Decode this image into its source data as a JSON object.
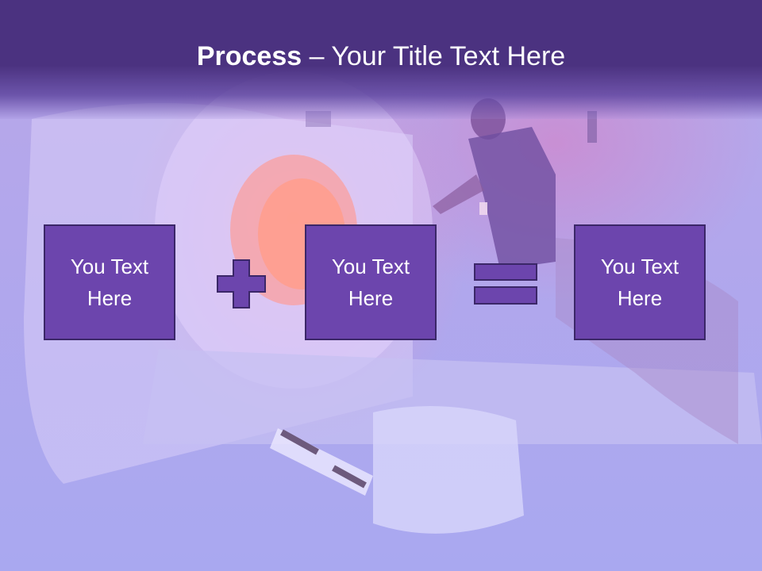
{
  "slide": {
    "title_bold": "Process",
    "title_rest": " – Your Title Text Here",
    "boxes": [
      {
        "text": "You Text Here"
      },
      {
        "text": "You Text Here"
      },
      {
        "text": "You Text Here"
      }
    ],
    "operators": [
      "plus-icon",
      "equals-icon"
    ]
  },
  "colors": {
    "header": "#4b3280",
    "box_fill": "#6c45ad",
    "box_border": "#3b2768",
    "operator_fill": "#6c45ad"
  }
}
